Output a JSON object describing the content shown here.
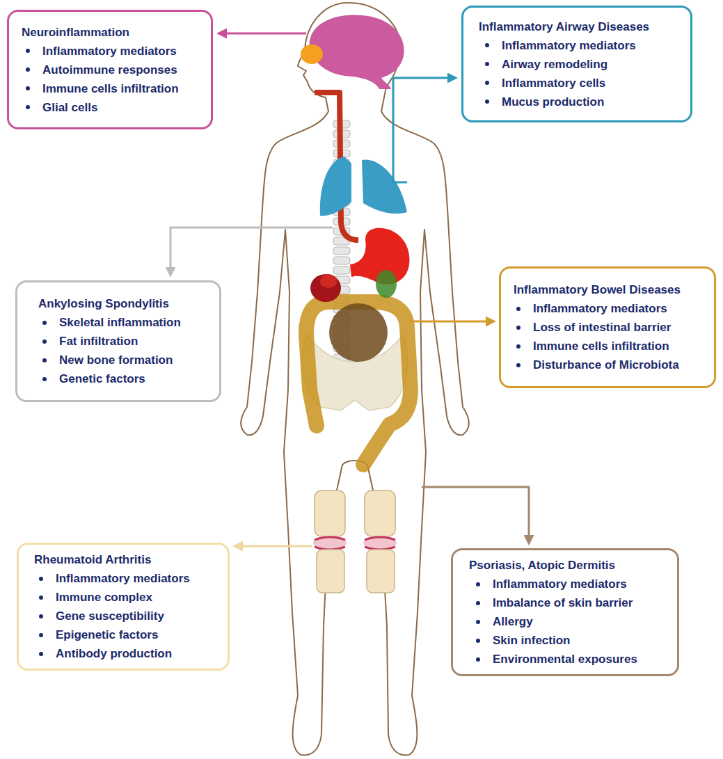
{
  "diagram": {
    "nodes": [
      {
        "text": [
          "Neuroinflammation",
          "Inflammatory mediators",
          "Autoimmune responses",
          "Immune cells infiltration",
          "Glial cells"
        ]
      },
      {
        "text": [
          "Inflammatory Airway Diseases",
          "Inflammatory mediators",
          "Airway remodeling",
          "Inflammatory cells",
          "Mucus production"
        ]
      },
      {
        "text": [
          "Ankylosing Spondylitis",
          "Skeletal inflammation",
          "Fat infiltration",
          "New bone formation",
          "Genetic factors"
        ]
      },
      {
        "text": [
          "Inflammatory Bowel Diseases",
          "Inflammatory mediators",
          "Loss of intestinal barrier",
          "Immune cells infiltration",
          "Disturbance of Microbiota"
        ]
      },
      {
        "text": [
          "Rheumatoid Arthritis",
          "Inflammatory mediators",
          "Immune complex",
          "Gene susceptibility",
          "Epigenetic factors",
          "Antibody production"
        ]
      },
      {
        "text": [
          "Psoriasis, Atopic Dermitis",
          "Inflammatory mediators",
          "Imbalance of skin barrier",
          "Allergy",
          "Skin infection",
          "Environmental exposures"
        ]
      }
    ]
  }
}
